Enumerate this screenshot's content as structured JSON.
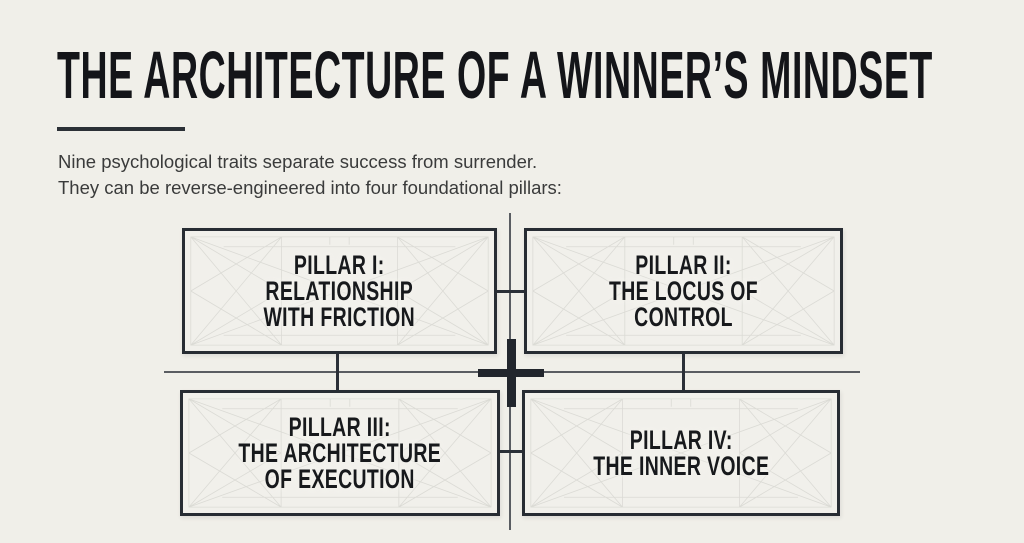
{
  "header": {
    "title": "THE ARCHITECTURE OF A WINNER’S MINDSET",
    "subtitle_line1": "Nine psychological traits separate success from surrender.",
    "subtitle_line2": "They can be reverse-engineered into four foundational pillars:"
  },
  "pillars": [
    {
      "label": "PILLAR I:\nRELATIONSHIP\nWITH FRICTION"
    },
    {
      "label": "PILLAR II:\nTHE LOCUS OF\nCONTROL"
    },
    {
      "label": "PILLAR III:\nTHE ARCHITECTURE\nOF EXECUTION"
    },
    {
      "label": "PILLAR IV:\nTHE INNER VOICE"
    }
  ],
  "colors": {
    "background": "#f0efe9",
    "ink": "#141519",
    "box_border": "#272c33",
    "box_fill": "#f1f0eb",
    "thin_line": "#5a5d62",
    "cross": "#22262d",
    "blueprint_line": "#b9b9b2"
  }
}
